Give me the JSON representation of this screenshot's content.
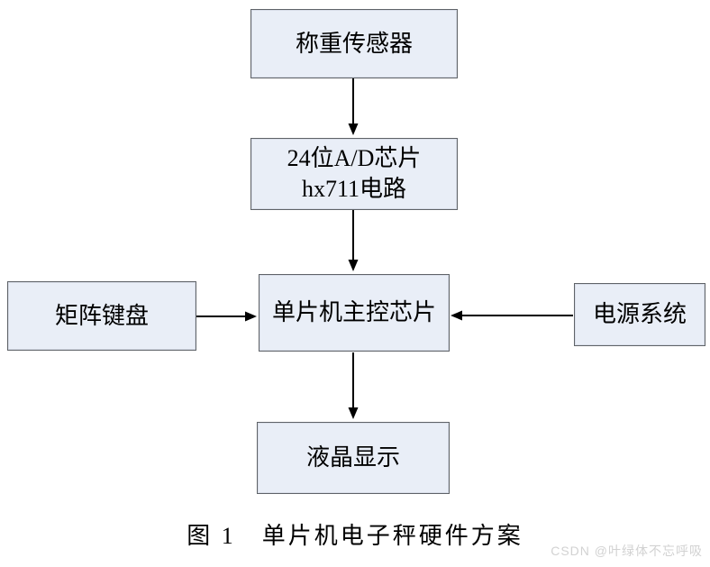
{
  "diagram": {
    "caption": "图 1　单片机电子秤硬件方案",
    "watermark": "CSDN @叶绿体不忘呼吸",
    "nodes": {
      "sensor": {
        "label": "称重传感器"
      },
      "adc": {
        "label_line1": "24位A/D芯片",
        "label_line2": "hx711电路"
      },
      "mcu": {
        "label": "单片机主控芯片"
      },
      "keyboard": {
        "label": "矩阵键盘"
      },
      "power": {
        "label": "电源系统"
      },
      "lcd": {
        "label": "液晶显示"
      }
    },
    "edges": [
      {
        "from": "称重传感器",
        "to": "24位A/D芯片 hx711电路",
        "direction": "down"
      },
      {
        "from": "24位A/D芯片 hx711电路",
        "to": "单片机主控芯片",
        "direction": "down"
      },
      {
        "from": "矩阵键盘",
        "to": "单片机主控芯片",
        "direction": "right"
      },
      {
        "from": "电源系统",
        "to": "单片机主控芯片",
        "direction": "left"
      },
      {
        "from": "单片机主控芯片",
        "to": "液晶显示",
        "direction": "down"
      }
    ],
    "colors": {
      "node_fill": "#e9eef7",
      "node_border": "#5f6368",
      "arrow": "#000000",
      "caption_text": "#000000",
      "watermark_text": "#d2d2d2",
      "background": "#ffffff"
    }
  }
}
